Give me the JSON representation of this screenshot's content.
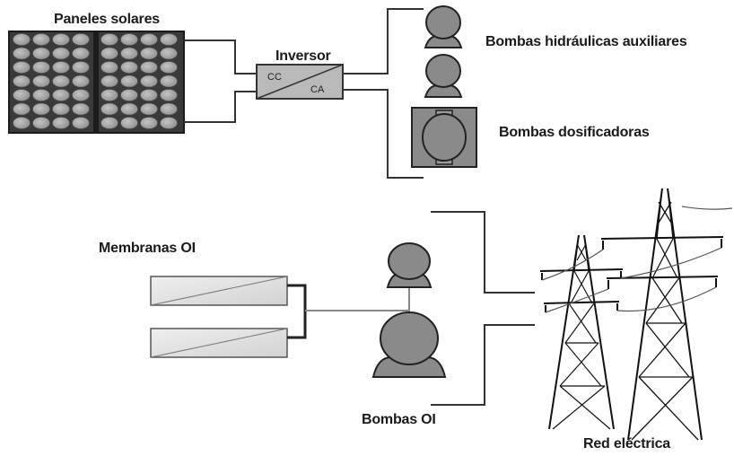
{
  "labels": {
    "solar_panels": "Paneles solares",
    "inverter": "Inversor",
    "inverter_dc": "CC",
    "inverter_ac": "CA",
    "aux_pumps": "Bombas hidráulicas auxiliares",
    "dosing_pumps": "Bombas dosificadoras",
    "membranes": "Membranas OI",
    "ro_pumps": "Bombas OI",
    "grid": "Red eléctrica"
  },
  "colors": {
    "panel_frame": "#3a3a3a",
    "panel_cell": "#a9a9a9",
    "pump_fill": "#8a8a8a",
    "inverter_fill": "#b9b9b9",
    "membrane_fill": "#e4e4e4",
    "line": "#333333"
  }
}
